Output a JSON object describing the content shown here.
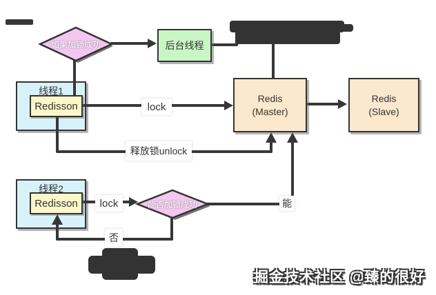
{
  "diagram": {
    "nodes": {
      "if_lock_success": {
        "label": "如果加锁成功"
      },
      "background_thread": {
        "label": "后台线程"
      },
      "thread1": {
        "label": "线程1"
      },
      "redisson1": {
        "label": "Redisson"
      },
      "thread2": {
        "label": "线程2"
      },
      "redisson2": {
        "label": "Redisson"
      },
      "redis_master": {
        "label": "Redis\n(Master)"
      },
      "redis_slave": {
        "label": "Redis\n(Slave)"
      },
      "can_lock_success": {
        "label": "能否加锁成功"
      }
    },
    "edge_labels": {
      "lock_thread1": "lock",
      "unlock": "释放锁unlock",
      "lock_thread2": "lock",
      "yes": "能",
      "no": "否"
    },
    "colors": {
      "line": "#373737",
      "diamond_fill": "#f3c7ef",
      "green_fill": "#c9f6c5",
      "blue_fill": "#d8f2fa",
      "yellow_fill": "#fcf7c9",
      "peach_fill": "#fce8cd",
      "border": "#333333"
    }
  },
  "watermark": {
    "text": "掘金技术社区 @臻的很好"
  }
}
